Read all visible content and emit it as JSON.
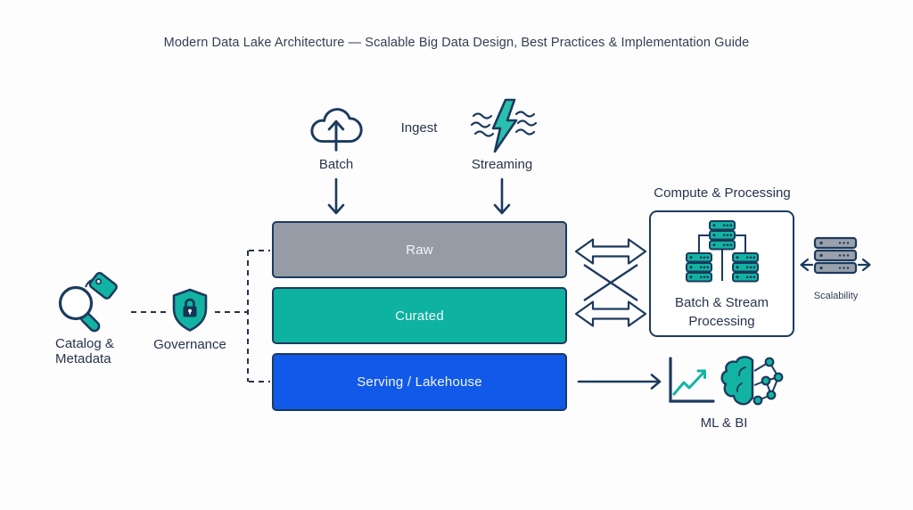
{
  "title": "Modern Data Lake Architecture — Scalable Big Data Design, Best Practices & Implementation Guide",
  "ingest": {
    "label": "Ingest",
    "batch_label": "Batch",
    "streaming_label": "Streaming"
  },
  "layers": [
    {
      "name": "Raw",
      "color": "#959CA6"
    },
    {
      "name": "Curated",
      "color": "#0DB2A0"
    },
    {
      "name": "Serving / Lakehouse",
      "color": "#1159E8"
    }
  ],
  "governance": {
    "catalog_line1": "Catalog &",
    "catalog_line2": "Metadata",
    "governance_label": "Governance"
  },
  "compute": {
    "title": "Compute & Processing",
    "label_line1": "Batch & Stream",
    "label_line2": "Processing"
  },
  "scalability": {
    "label": "Scalability"
  },
  "ml_bi": {
    "label": "ML & BI"
  },
  "icons": {
    "batch": "cloud-upload-icon",
    "streaming": "lightning-waves-icon",
    "catalog": "magnifier-tag-icon",
    "governance": "shield-lock-icon",
    "compute": "server-cluster-icon",
    "scalability": "server-stack-arrows-icon",
    "analytics": "line-chart-icon",
    "ml": "brain-network-icon"
  },
  "colors": {
    "navy": "#1C3A5E",
    "teal": "#12B3A2",
    "blue": "#1159E8",
    "gray": "#959CA6",
    "text_dark": "#2B3750",
    "background": "#FDFDFD"
  }
}
